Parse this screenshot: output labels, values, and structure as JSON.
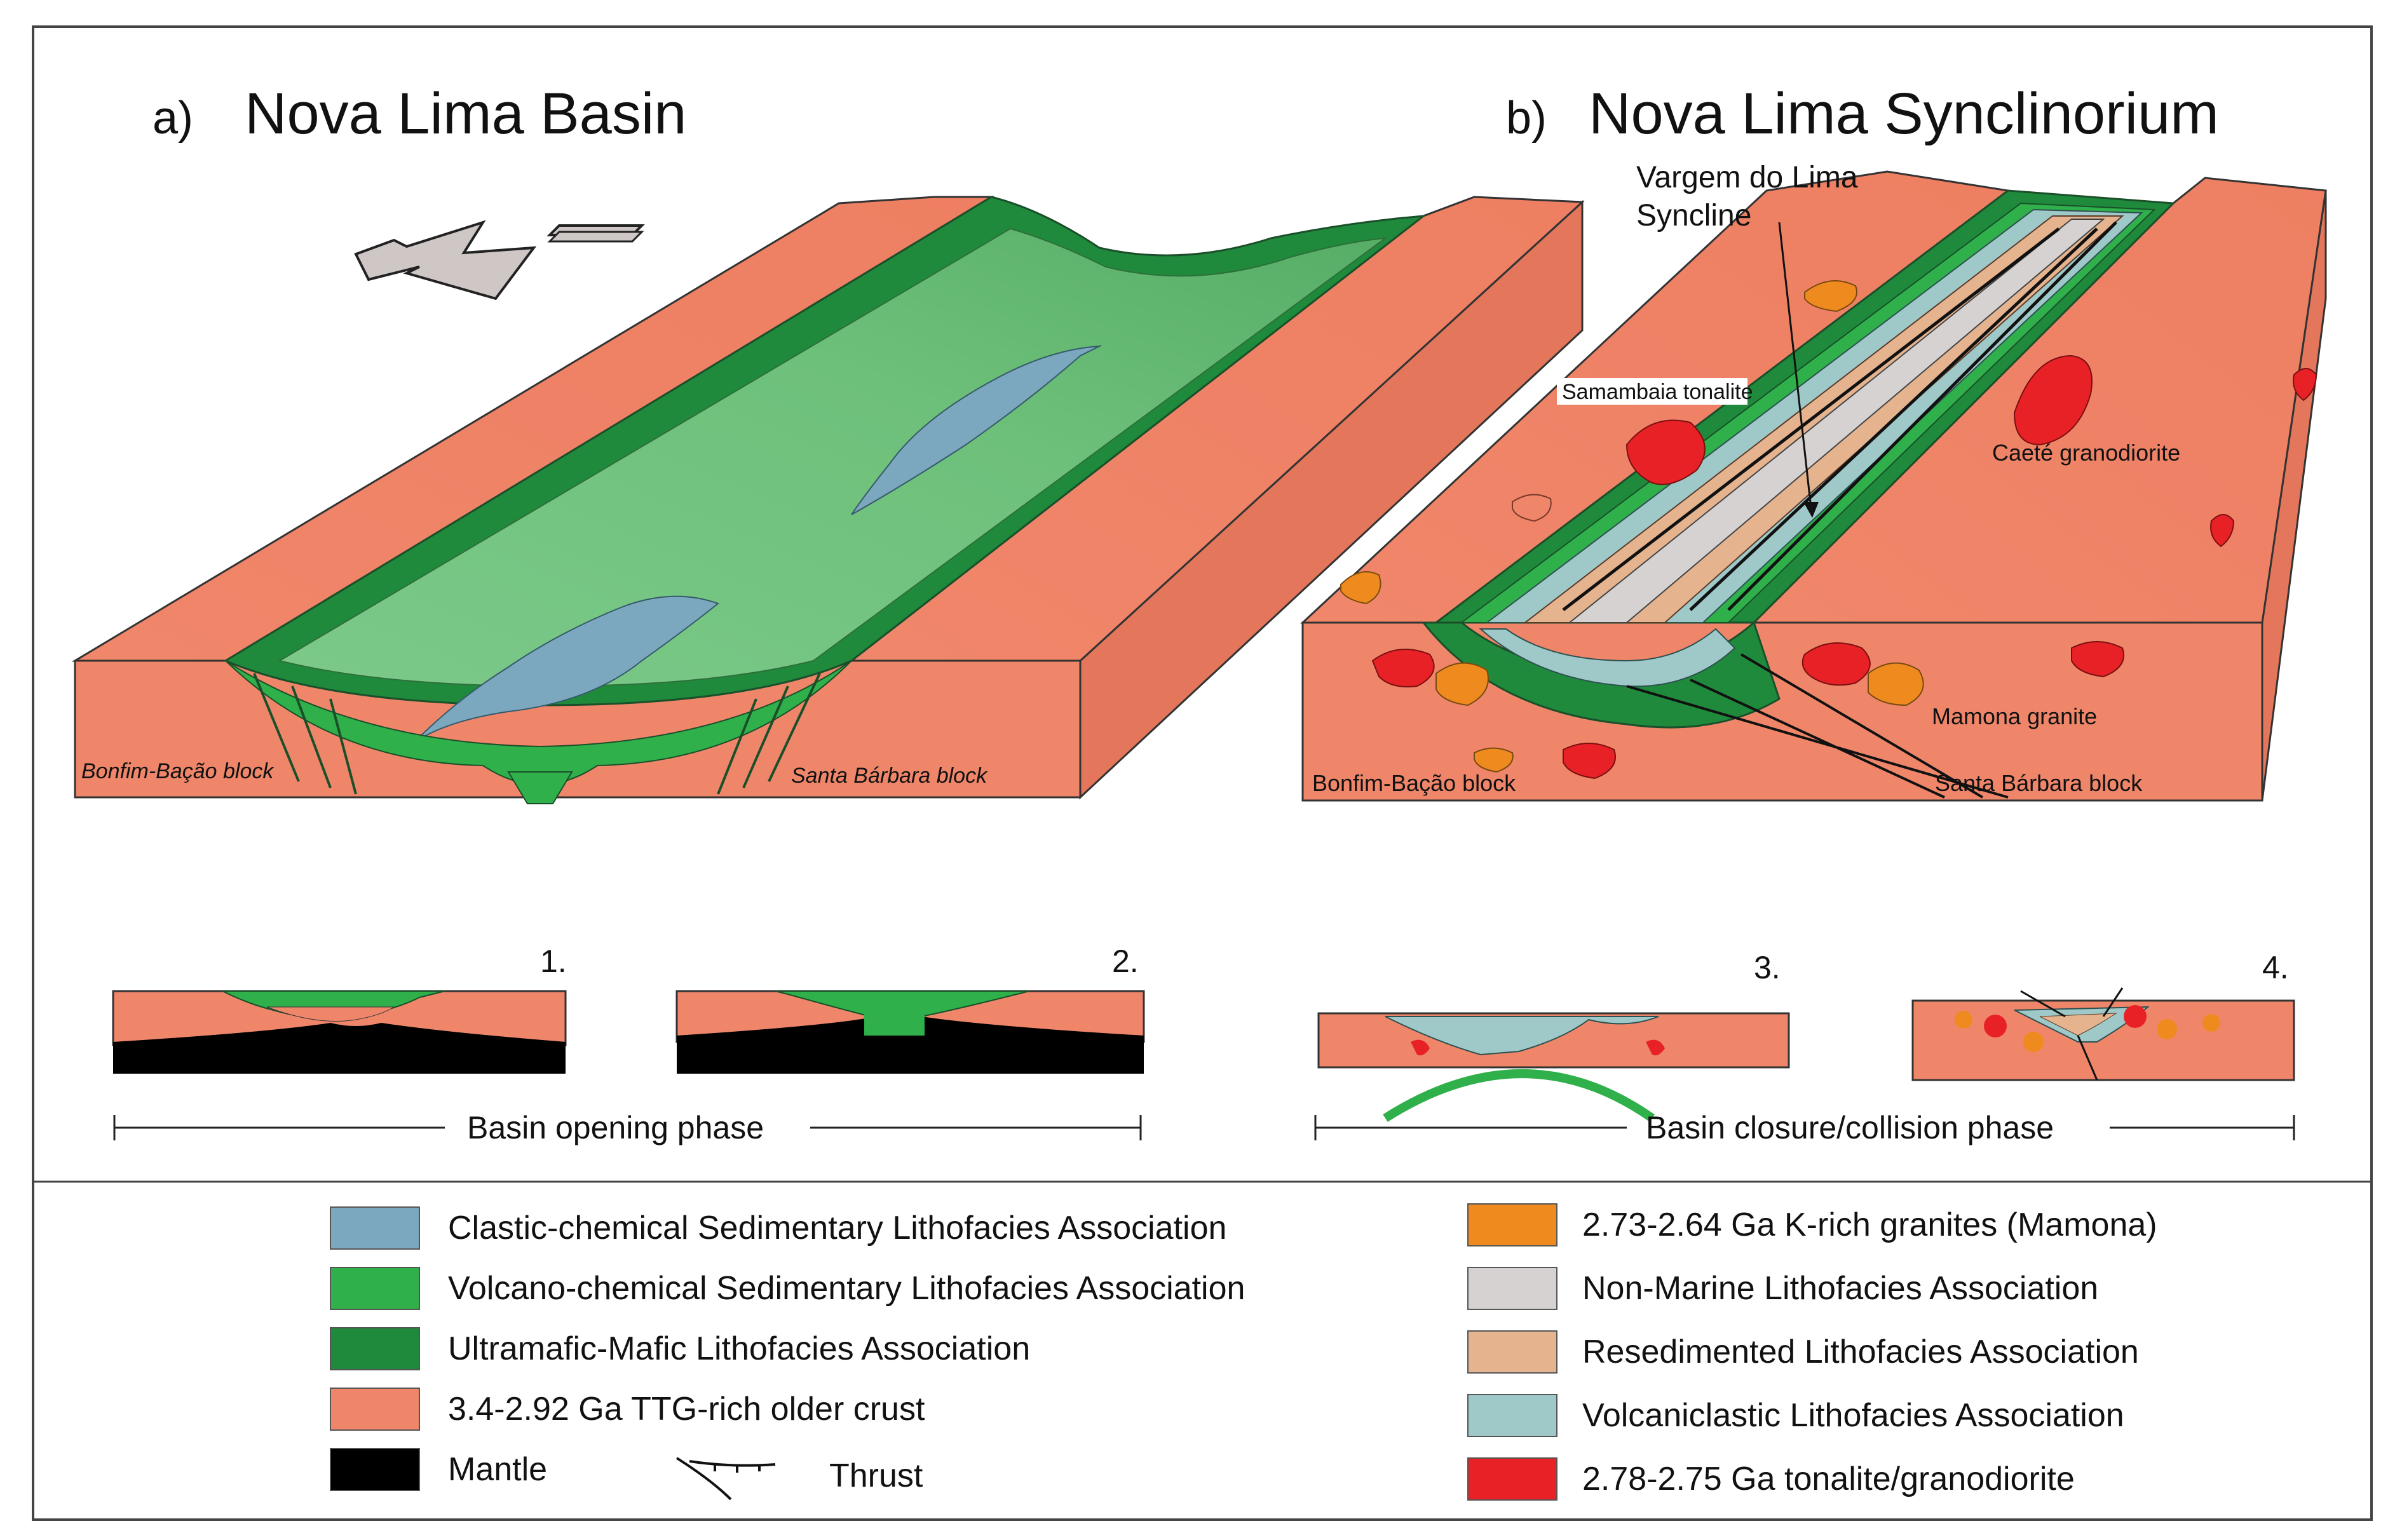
{
  "panels": {
    "a": {
      "letter": "a)",
      "title": "Nova Lima Basin"
    },
    "b": {
      "letter": "b)",
      "title": "Nova Lima Synclinorium"
    }
  },
  "labels": {
    "bonfim_a": "Bonfim-Bação block",
    "santa_a": "Santa Bárbara block",
    "bonfim_b": "Bonfim-Bação block",
    "santa_b": "Santa Bárbara block",
    "vargem_1": "Vargem do Lima",
    "vargem_2": "Syncline",
    "samambaia": "Samambaia tonalite",
    "caete": "Caeté granodiorite",
    "mamona": "Mamona granite"
  },
  "sections": {
    "n1": "1.",
    "n2": "2.",
    "n3": "3.",
    "n4": "4.",
    "opening": "Basin opening phase",
    "closure": "Basin closure/collision phase"
  },
  "legend": {
    "left": [
      {
        "label": "Clastic-chemical Sedimentary Lithofacies Association",
        "color": "#7ba8bf"
      },
      {
        "label": "Volcano-chemical Sedimentary Lithofacies Association",
        "color": "#2fb04a"
      },
      {
        "label": "Ultramafic-Mafic Lithofacies Association",
        "color": "#1f8a3c"
      },
      {
        "label": "3.4-2.92 Ga TTG-rich older crust",
        "color": "#ef866a"
      },
      {
        "label": "Mantle",
        "color": "#000000"
      }
    ],
    "thrust": "Thrust",
    "right": [
      {
        "label": "2.73-2.64 Ga K-rich granites (Mamona)",
        "color": "#ee8a1e"
      },
      {
        "label": "Non-Marine Lithofacies Association",
        "color": "#d6d2d2"
      },
      {
        "label": "Resedimented Lithofacies Association",
        "color": "#e5b48f"
      },
      {
        "label": "Volcaniclastic Lithofacies Association",
        "color": "#9ec9c8"
      },
      {
        "label": "2.78-2.75 Ga tonalite/granodiorite",
        "color": "#e82127"
      }
    ]
  }
}
